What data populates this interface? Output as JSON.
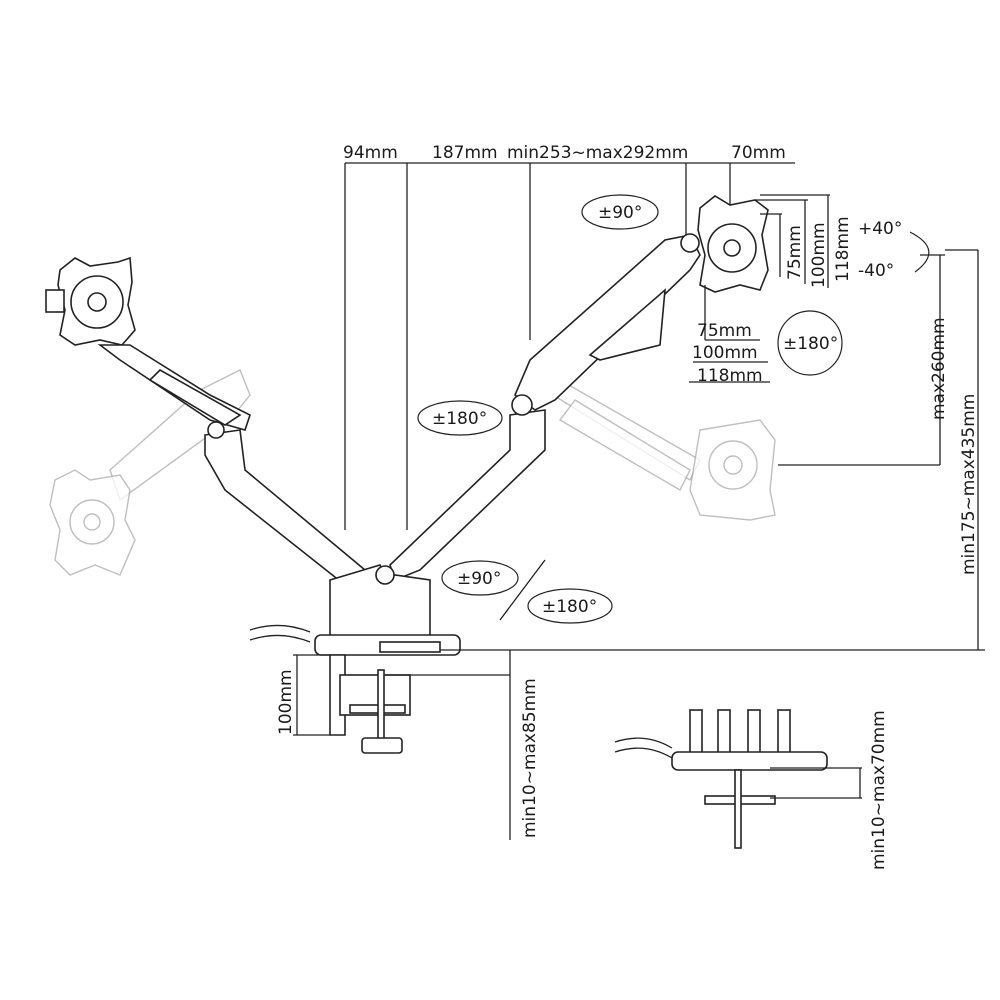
{
  "title": "Dual monitor arm dimension diagram",
  "top_dimensions": {
    "d1": "94mm",
    "d2": "187mm",
    "d3": "min253~max292mm",
    "d4": "70mm"
  },
  "rotations": {
    "head_tilt_swivel": "±90°",
    "arm_mid": "±180°",
    "arm_base": "±90°",
    "base_pivot": "±180°",
    "head_rotate": "±180°",
    "tilt_up": "+40°",
    "tilt_down": "-40°"
  },
  "vesa": {
    "v75": "75mm",
    "v100": "100mm",
    "v118": "118mm",
    "h75": "75mm",
    "h100": "100mm",
    "h118": "118mm"
  },
  "heights": {
    "max_height": "max260mm",
    "range_height": "min175~max435mm",
    "clamp_height": "100mm",
    "clamp_range": "min10~max85mm",
    "grommet_range": "min10~max70mm"
  }
}
